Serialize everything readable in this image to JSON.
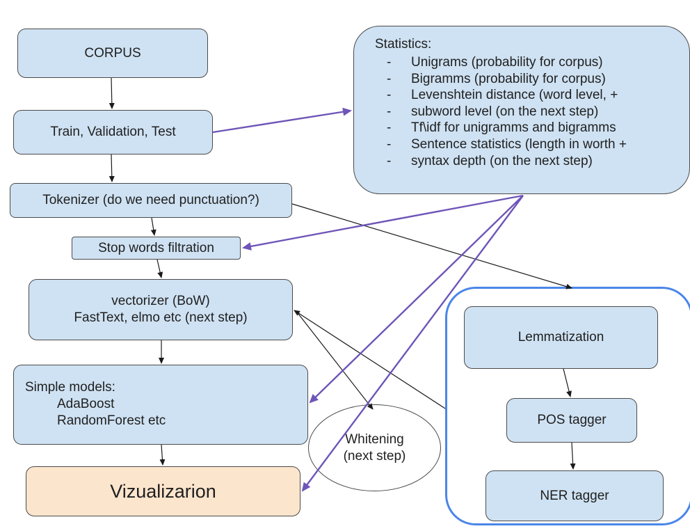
{
  "nodes": {
    "corpus": "CORPUS",
    "split": "Train, Validation, Test",
    "tokenizer": "Tokenizer (do we need punctuation?)",
    "stopwords": "Stop words filtration",
    "vectorizer": [
      "vectorizer  (BoW)",
      "FastText, elmo etc (next step)"
    ],
    "simple_models": {
      "title": "Simple models:",
      "items": [
        "AdaBoost",
        "RandomForest etc"
      ]
    },
    "visualization": "Vizualizarion",
    "whitening": [
      "Whitening",
      "(next step)"
    ],
    "lemmatization": "Lemmatization",
    "pos": "POS tagger",
    "ner": "NER tagger"
  },
  "statistics": {
    "title": "Statistics:",
    "items": [
      "Unigrams (probability for corpus)",
      "Bigramms (probability for corpus)",
      "Levenshtein distance (word level,  +",
      "subword level (on the next step)",
      "Tf\\idf for unigramms and  bigramms",
      "Sentence statistics (length in worth +",
      "syntax depth (on the next step)"
    ]
  },
  "colors": {
    "node_fill": "#cfe2f3",
    "viz_fill": "#fce5cd",
    "group_border": "#4a86e8",
    "purple_arrow": "#6e55b8",
    "black_arrow": "#1a1a1a"
  }
}
